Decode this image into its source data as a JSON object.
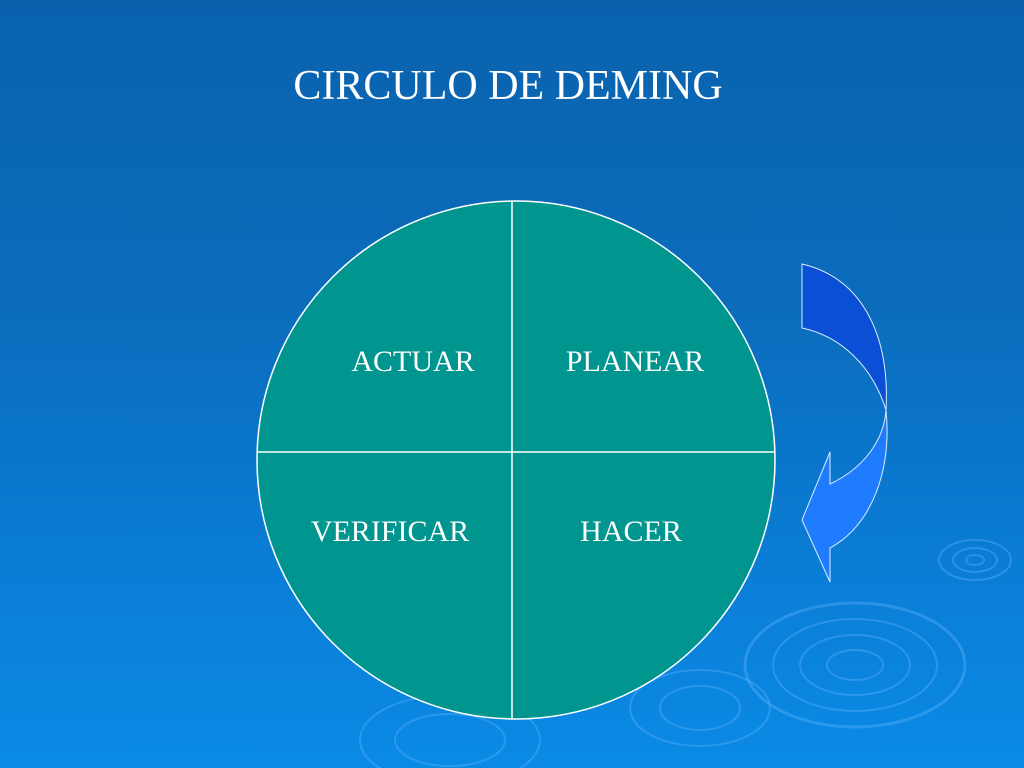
{
  "slide": {
    "title": "CIRCULO DE DEMING"
  },
  "cycle": {
    "quadrants": {
      "top_left": "ACTUAR",
      "top_right": "PLANEAR",
      "bottom_left": "VERIFICAR",
      "bottom_right": "HACER"
    },
    "fill_color": "#00968f",
    "arrow_colors": [
      "#0a4fd6",
      "#1f7cff"
    ],
    "arrow_icon": "curved-arrow-clockwise-icon"
  }
}
